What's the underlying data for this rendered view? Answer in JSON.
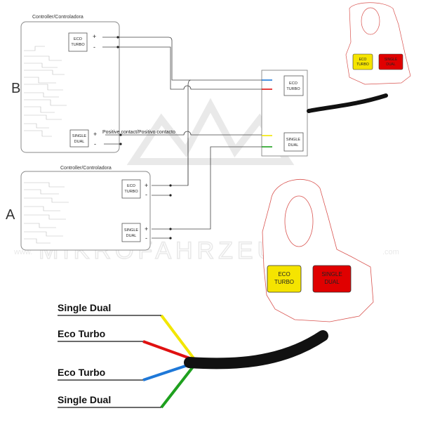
{
  "controller_b": {
    "title": "Controller/Controladora",
    "letter": "B",
    "port_eco_line1": "ECO",
    "port_eco_line2": "TURBO",
    "port_single_line1": "SINGLE",
    "port_single_line2": "DUAL",
    "plus": "+",
    "minus": "-"
  },
  "controller_a": {
    "title": "Controller/Controladora",
    "letter": "A",
    "port_eco_line1": "ECO",
    "port_eco_line2": "TURBO",
    "port_single_line1": "SINGLE",
    "port_single_line2": "DUAL",
    "plus": "+",
    "minus": "-"
  },
  "positive_contact_label": "Positive contact/Positivo contacto",
  "junction_box": {
    "eco_line1": "ECO",
    "eco_line2": "TURBO",
    "single_line1": "SINGLE",
    "single_line2": "DUAL"
  },
  "switch_small": {
    "eco_line1": "ECO",
    "eco_line2": "TURBO",
    "single_line1": "SINGLE",
    "single_line2": "DUAL"
  },
  "switch_large": {
    "eco_line1": "ECO",
    "eco_line2": "TURBO",
    "single_line1": "SINGLE",
    "single_line2": "DUAL"
  },
  "wire_legend": [
    {
      "label": "Single Dual",
      "color": "yellow"
    },
    {
      "label": "Eco Turbo",
      "color": "red"
    },
    {
      "label": "Eco Turbo",
      "color": "blue"
    },
    {
      "label": "Single Dual",
      "color": "green"
    }
  ],
  "watermark": "MIKROFAHRZEUGE",
  "watermark_prefix": "www.",
  "watermark_suffix": ".com",
  "colors": {
    "line": "#444444",
    "box_border": "#888888",
    "switch_outline": "#d9534f",
    "button_yellow": "#f5e400",
    "button_red": "#e00000",
    "wire_yellow": "#f2e600",
    "wire_red": "#e01010",
    "wire_blue": "#1e78d8",
    "wire_green": "#1ea01e",
    "cable": "#111111"
  }
}
